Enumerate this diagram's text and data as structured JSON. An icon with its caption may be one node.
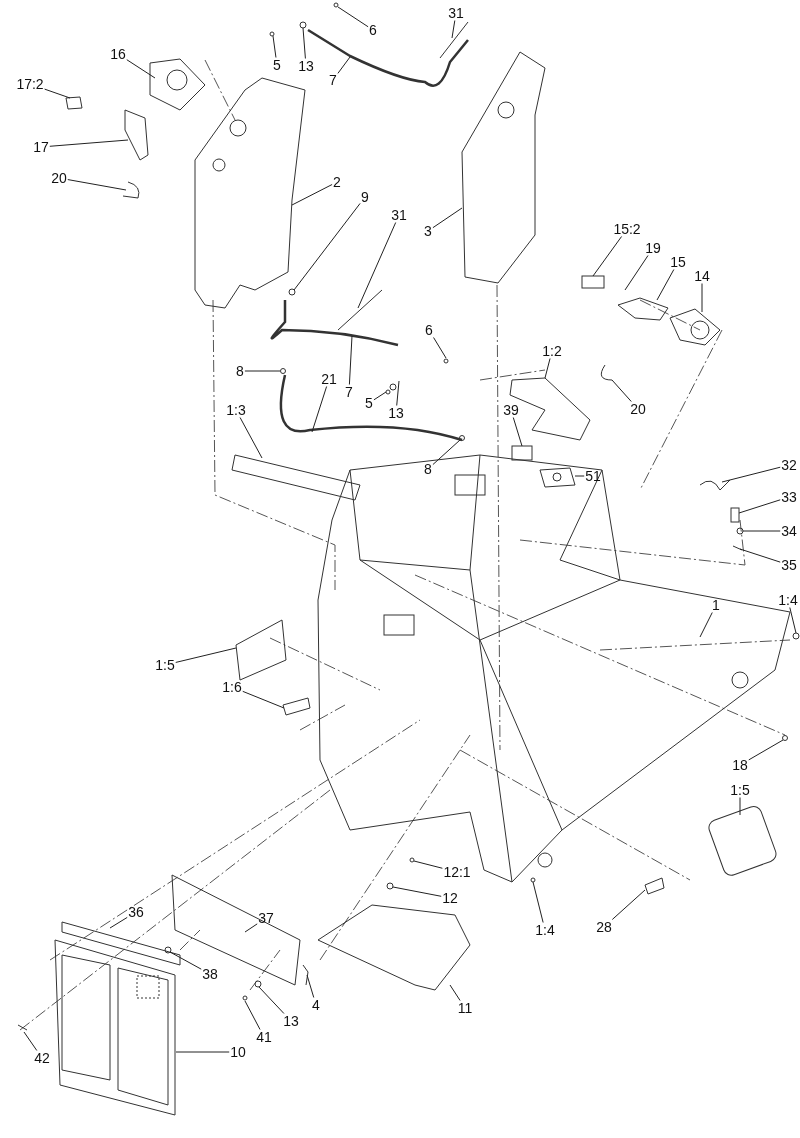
{
  "diagram": {
    "nodes": [
      {
        "text": [
          "16"
        ]
      },
      {
        "text": [
          "17:2"
        ]
      },
      {
        "text": [
          "17"
        ]
      },
      {
        "text": [
          "20"
        ]
      },
      {
        "text": [
          "5"
        ]
      },
      {
        "text": [
          "13"
        ]
      },
      {
        "text": [
          "6"
        ]
      },
      {
        "text": [
          "7"
        ]
      },
      {
        "text": [
          "31"
        ]
      },
      {
        "text": [
          "2"
        ]
      },
      {
        "text": [
          "9"
        ]
      },
      {
        "text": [
          "31"
        ]
      },
      {
        "text": [
          "3"
        ]
      },
      {
        "text": [
          "6"
        ]
      },
      {
        "text": [
          "7"
        ]
      },
      {
        "text": [
          "5"
        ]
      },
      {
        "text": [
          "13"
        ]
      },
      {
        "text": [
          "8"
        ]
      },
      {
        "text": [
          "21"
        ]
      },
      {
        "text": [
          "1:3"
        ]
      },
      {
        "text": [
          "8"
        ]
      },
      {
        "text": [
          "15:2"
        ]
      },
      {
        "text": [
          "19"
        ]
      },
      {
        "text": [
          "15"
        ]
      },
      {
        "text": [
          "14"
        ]
      },
      {
        "text": [
          "20"
        ]
      },
      {
        "text": [
          "1:2"
        ]
      },
      {
        "text": [
          "39"
        ]
      },
      {
        "text": [
          "51"
        ]
      },
      {
        "text": [
          "32"
        ]
      },
      {
        "text": [
          "33"
        ]
      },
      {
        "text": [
          "34"
        ]
      },
      {
        "text": [
          "35"
        ]
      },
      {
        "text": [
          "1"
        ]
      },
      {
        "text": [
          "1:4"
        ]
      },
      {
        "text": [
          "1:5"
        ]
      },
      {
        "text": [
          "1:6"
        ]
      },
      {
        "text": [
          "18"
        ]
      },
      {
        "text": [
          "1:5"
        ]
      },
      {
        "text": [
          "12:1"
        ]
      },
      {
        "text": [
          "12"
        ]
      },
      {
        "text": [
          "1:4"
        ]
      },
      {
        "text": [
          "28"
        ]
      },
      {
        "text": [
          "36"
        ]
      },
      {
        "text": [
          "37"
        ]
      },
      {
        "text": [
          "38"
        ]
      },
      {
        "text": [
          "13"
        ]
      },
      {
        "text": [
          "41"
        ]
      },
      {
        "text": [
          "4"
        ]
      },
      {
        "text": [
          "11"
        ]
      },
      {
        "text": [
          "42"
        ]
      },
      {
        "text": [
          "10"
        ]
      }
    ],
    "edges": [
      {
        "from": 0,
        "to": null,
        "arrow": "none"
      },
      {
        "from": 1,
        "to": null,
        "arrow": "none"
      },
      {
        "from": 2,
        "to": null,
        "arrow": "none"
      },
      {
        "from": 3,
        "to": null,
        "arrow": "none"
      },
      {
        "from": 4,
        "to": null,
        "arrow": "none"
      },
      {
        "from": 5,
        "to": null,
        "arrow": "none"
      },
      {
        "from": 6,
        "to": null,
        "arrow": "none"
      },
      {
        "from": 7,
        "to": null,
        "arrow": "none"
      },
      {
        "from": 8,
        "to": null,
        "arrow": "none"
      },
      {
        "from": 9,
        "to": null,
        "arrow": "none"
      },
      {
        "from": 10,
        "to": null,
        "arrow": "none"
      },
      {
        "from": 11,
        "to": null,
        "arrow": "none"
      },
      {
        "from": 12,
        "to": null,
        "arrow": "none"
      },
      {
        "from": 13,
        "to": null,
        "arrow": "none"
      },
      {
        "from": 14,
        "to": null,
        "arrow": "none"
      },
      {
        "from": 15,
        "to": null,
        "arrow": "none"
      },
      {
        "from": 16,
        "to": null,
        "arrow": "none"
      },
      {
        "from": 17,
        "to": null,
        "arrow": "none"
      },
      {
        "from": 18,
        "to": null,
        "arrow": "none"
      },
      {
        "from": 19,
        "to": null,
        "arrow": "none"
      },
      {
        "from": 20,
        "to": null,
        "arrow": "none"
      },
      {
        "from": 21,
        "to": null,
        "arrow": "none"
      },
      {
        "from": 22,
        "to": null,
        "arrow": "none"
      },
      {
        "from": 23,
        "to": null,
        "arrow": "none"
      },
      {
        "from": 24,
        "to": null,
        "arrow": "none"
      },
      {
        "from": 25,
        "to": null,
        "arrow": "none"
      },
      {
        "from": 26,
        "to": null,
        "arrow": "none"
      },
      {
        "from": 27,
        "to": null,
        "arrow": "none"
      },
      {
        "from": 28,
        "to": null,
        "arrow": "none"
      },
      {
        "from": 29,
        "to": null,
        "arrow": "none"
      },
      {
        "from": 30,
        "to": null,
        "arrow": "none"
      },
      {
        "from": 31,
        "to": null,
        "arrow": "none"
      },
      {
        "from": 32,
        "to": null,
        "arrow": "none"
      },
      {
        "from": 33,
        "to": null,
        "arrow": "none"
      },
      {
        "from": 34,
        "to": null,
        "arrow": "none"
      },
      {
        "from": 35,
        "to": null,
        "arrow": "none"
      },
      {
        "from": 36,
        "to": null,
        "arrow": "none"
      },
      {
        "from": 37,
        "to": null,
        "arrow": "none"
      },
      {
        "from": 38,
        "to": null,
        "arrow": "none"
      },
      {
        "from": 39,
        "to": null,
        "arrow": "none"
      },
      {
        "from": 40,
        "to": null,
        "arrow": "none"
      },
      {
        "from": 41,
        "to": null,
        "arrow": "none"
      },
      {
        "from": 42,
        "to": null,
        "arrow": "none"
      },
      {
        "from": 43,
        "to": null,
        "arrow": "none"
      },
      {
        "from": 44,
        "to": null,
        "arrow": "none"
      },
      {
        "from": 45,
        "to": null,
        "arrow": "none"
      },
      {
        "from": 46,
        "to": null,
        "arrow": "none"
      },
      {
        "from": 47,
        "to": null,
        "arrow": "none"
      },
      {
        "from": 48,
        "to": null,
        "arrow": "none"
      },
      {
        "from": 49,
        "to": null,
        "arrow": "none"
      },
      {
        "from": 50,
        "to": null,
        "arrow": "none"
      },
      {
        "from": 51,
        "to": null,
        "arrow": "none"
      }
    ]
  }
}
